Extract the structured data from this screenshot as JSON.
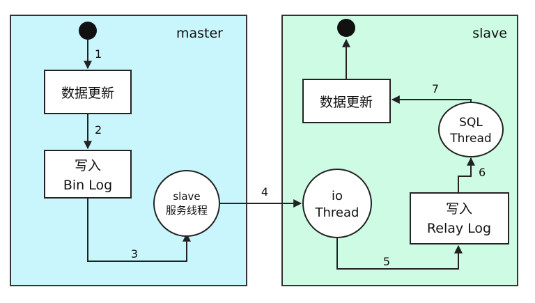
{
  "colors": {
    "master_bg": "#C9F6FD",
    "slave_bg": "#CDFBE4",
    "stroke": "#222222",
    "node_fill": "#FFFFFF",
    "start_end": "#111111"
  },
  "master": {
    "title": "master",
    "update_box": "数据更新",
    "binlog_box": {
      "line1": "写入",
      "line2": "Bin Log"
    },
    "service_thread": {
      "line1": "slave",
      "line2": "服务线程"
    }
  },
  "slave": {
    "title": "slave",
    "update_box": "数据更新",
    "io_thread": {
      "line1": "io",
      "line2": "Thread"
    },
    "relaylog_box": {
      "line1": "写入",
      "line2": "Relay Log"
    },
    "sql_thread": {
      "line1": "SQL",
      "line2": "Thread"
    }
  },
  "steps": [
    "1",
    "2",
    "3",
    "4",
    "5",
    "6",
    "7"
  ]
}
